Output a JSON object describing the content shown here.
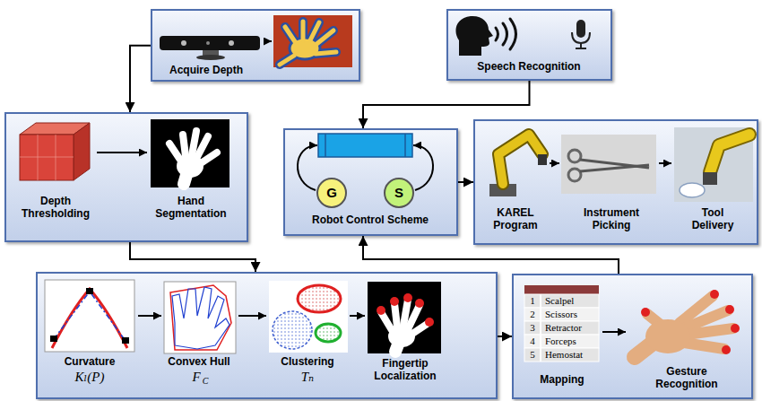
{
  "diagram": {
    "nodes": [
      {
        "text": [
          "Acquire Depth"
        ]
      },
      {
        "text": [
          "Speech Recognition"
        ]
      },
      {
        "text": [
          "Depth Thresholding",
          "Hand Segmentation"
        ]
      },
      {
        "text": [
          "Robot Control Scheme"
        ]
      },
      {
        "text": [
          "G"
        ],
        "in": 3
      },
      {
        "text": [
          "S"
        ],
        "in": 3
      },
      {
        "text": [
          "KAREL Program",
          "Instrument Picking",
          "Tool Delivery"
        ]
      },
      {
        "text": [
          "Curvature",
          "Kₗ(P)",
          "Convex Hull",
          "F",
          "C",
          "Clustering",
          "Tₙ",
          "Fingertip Localization"
        ]
      },
      {
        "text": [
          "Mapping",
          "Gesture Recognition"
        ]
      }
    ],
    "edges": [
      {
        "from": 0,
        "to": 2,
        "arrow": "to"
      },
      {
        "from": 1,
        "to": 3,
        "arrow": "to"
      },
      {
        "from": 3,
        "to": 6,
        "arrow": "to"
      },
      {
        "from": 2,
        "to": 7,
        "arrow": "to"
      },
      {
        "from": 7,
        "to": 8,
        "arrow": "to"
      },
      {
        "from": 8,
        "to": 3,
        "arrow": "to"
      }
    ],
    "labels": [
      "1",
      "Scalpel",
      "2",
      "Scissors",
      "3",
      "Retractor",
      "4",
      "Forceps",
      "5",
      "Hemostat"
    ]
  }
}
